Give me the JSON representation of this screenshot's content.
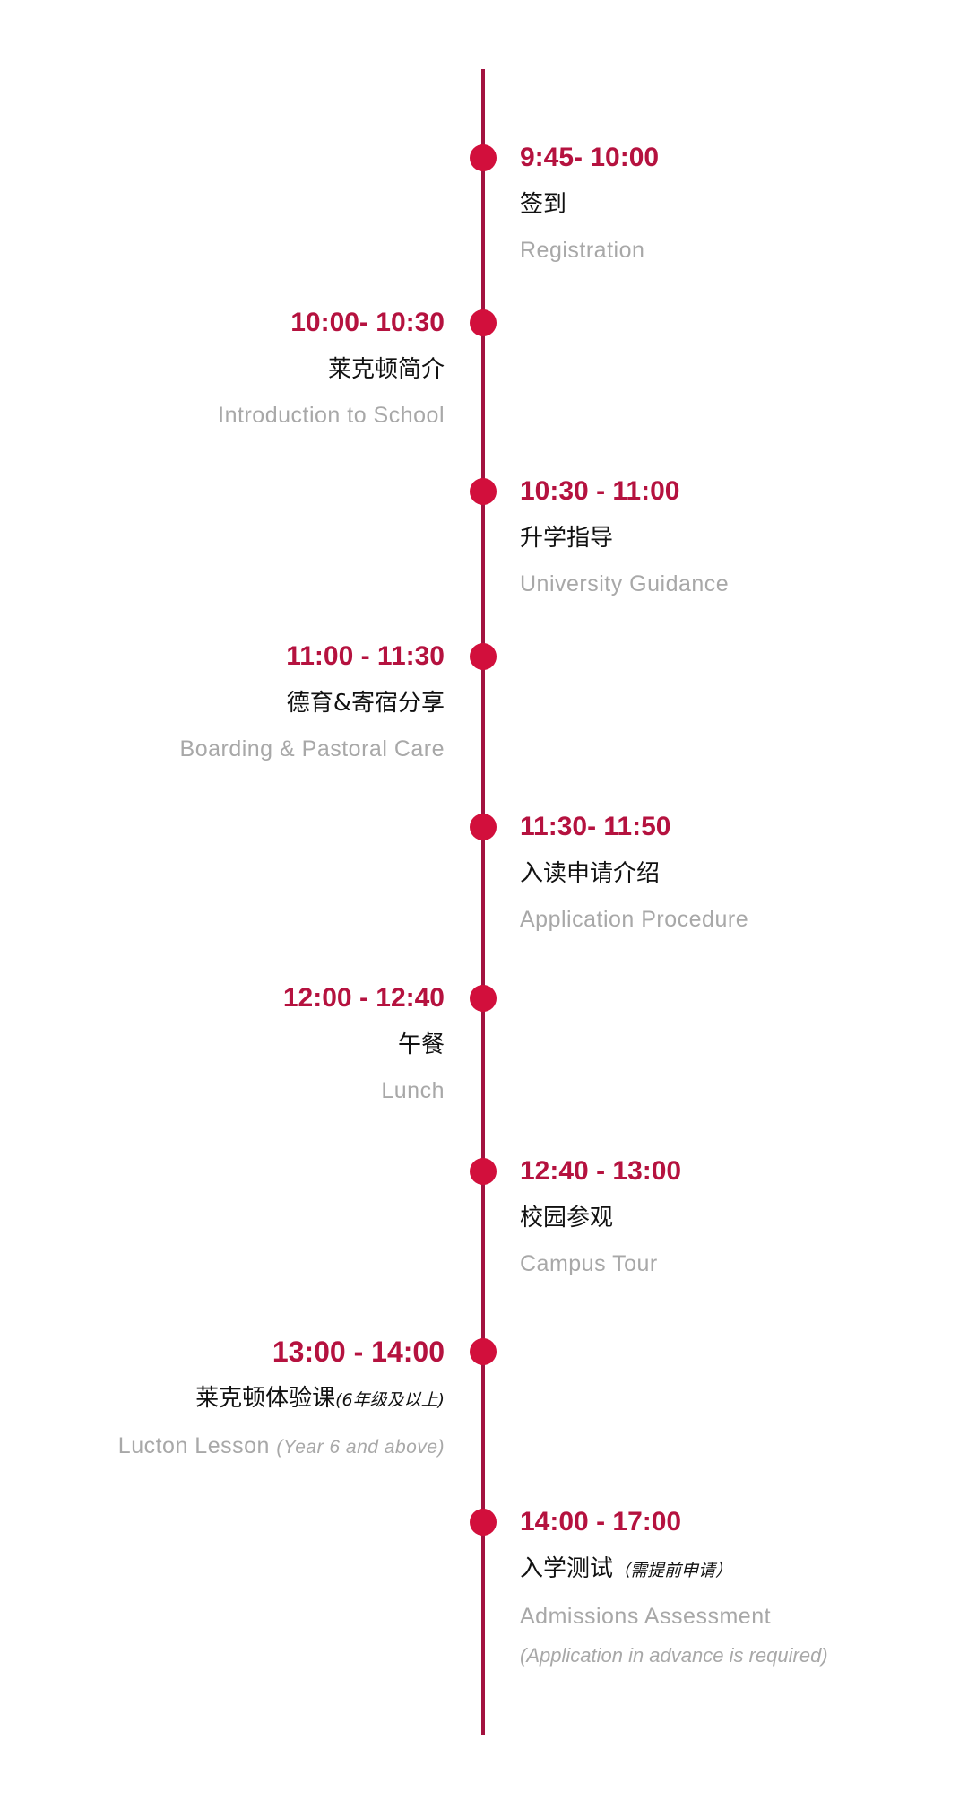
{
  "colors": {
    "accent": "#b5123f",
    "dot": "#d20f3c",
    "line": "#a3123f",
    "subtext": "#a8a8a8"
  },
  "schedule": [
    {
      "time": "9:45- 10:00",
      "zh": "签到",
      "en": "Registration"
    },
    {
      "time": "10:00- 10:30",
      "zh": "莱克顿简介",
      "en": "Introduction to School"
    },
    {
      "time": "10:30 - 11:00",
      "zh": "升学指导",
      "en": "University Guidance"
    },
    {
      "time": "11:00 - 11:30",
      "zh": "德育&寄宿分享",
      "en": "Boarding & Pastoral Care"
    },
    {
      "time": "11:30- 11:50",
      "zh": "入读申请介绍",
      "en": "Application Procedure"
    },
    {
      "time": "12:00 - 12:40",
      "zh": "午餐",
      "en": "Lunch"
    },
    {
      "time": "12:40 - 13:00",
      "zh": "校园参观",
      "en": "Campus Tour"
    },
    {
      "time": "13:00 - 14:00",
      "zh": "莱克顿体验课",
      "zh_note": "(6年级及以上)",
      "en": "Lucton Lesson",
      "en_note": "(Year 6 and above)"
    },
    {
      "time": "14:00 - 17:00",
      "zh": "入学测试",
      "zh_note": "（需提前申请）",
      "en": "Admissions Assessment",
      "extra": "(Application in advance is required)"
    }
  ]
}
